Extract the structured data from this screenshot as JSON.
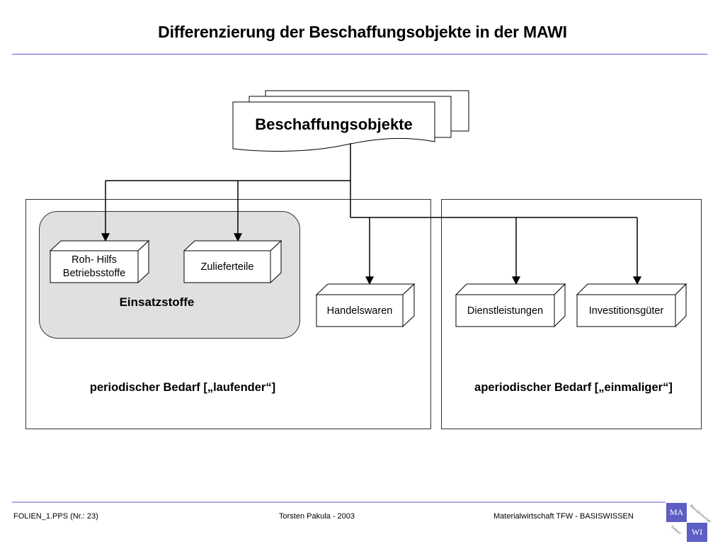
{
  "slide": {
    "title": "Differenzierung der Beschaffungsobjekte in der MAWI"
  },
  "diagram": {
    "root": "Beschaffungsobjekte",
    "group_label": "Einsatzstoffe",
    "nodes": {
      "roh_hilfs_line1": "Roh- Hilfs",
      "roh_hilfs_line2": "Betriebsstoffe",
      "zulieferteile": "Zulieferteile",
      "handelswaren": "Handelswaren",
      "dienstleistungen": "Dienstleistungen",
      "investitionsgueter": "Investitionsgüter"
    },
    "periodic_label": "periodischer Bedarf [„laufender“]",
    "aperiodic_label": "aperiodischer Bedarf [„einmaliger“]"
  },
  "footer": {
    "left": "FOLIEN_1.PPS (Nr.: 23)",
    "center": "Torsten Pakula - 2003",
    "right": "Materialwirtschaft TFW - BASISWISSEN"
  },
  "logo": {
    "top": "MA",
    "bottom": "WI",
    "top_small": "Materialwirtschaft",
    "bottom_small": "Einkauf"
  },
  "colors": {
    "accent": "#5a5ac8",
    "group_fill": "#e0e0e0",
    "logo_fill": "#5d5fc4"
  }
}
